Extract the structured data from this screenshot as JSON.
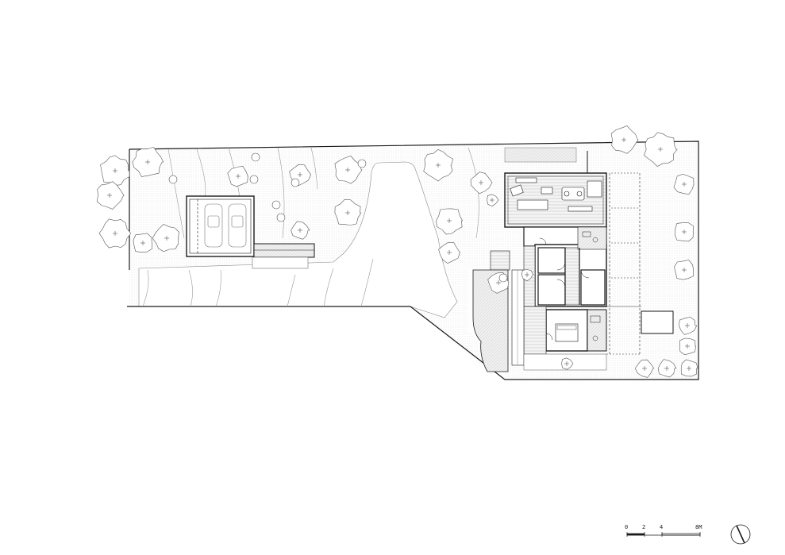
{
  "scale_bar": {
    "ticks": [
      "0",
      "2",
      "4",
      "8M"
    ]
  },
  "north_arrow": {
    "icon": "north-arrow-icon"
  },
  "colors": {
    "line": "#1a1a1a",
    "fine_line": "#777777",
    "hatch": "#bdbdbd",
    "background": "#ffffff"
  }
}
